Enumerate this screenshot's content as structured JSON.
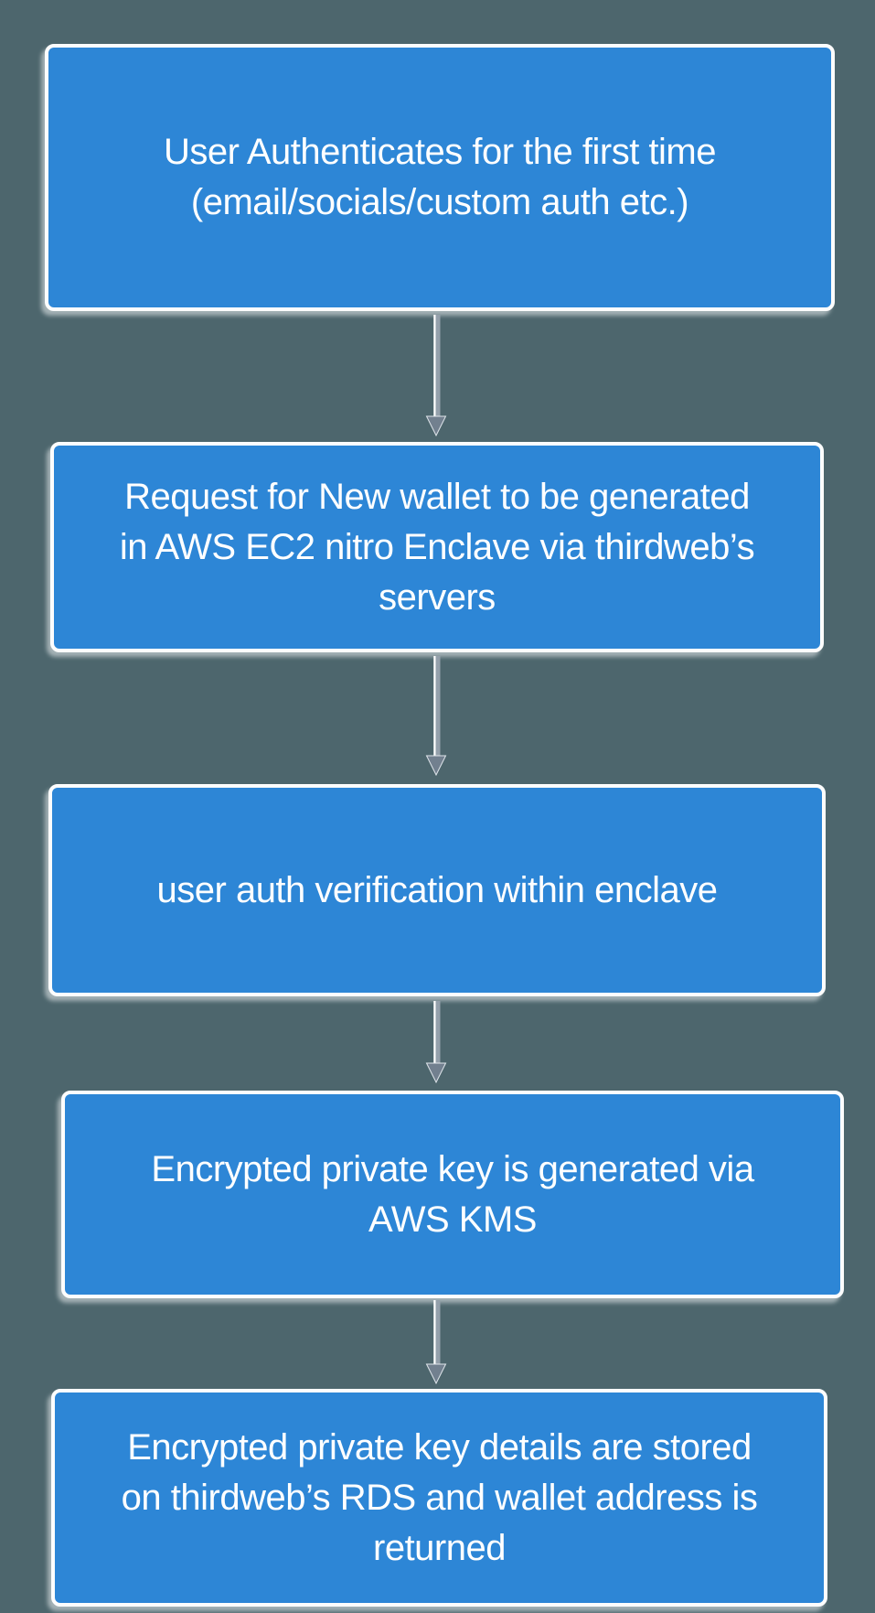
{
  "diagram": {
    "type": "flowchart",
    "direction": "top-down",
    "colors": {
      "background": "#4d666d",
      "node_fill": "#2d86d6",
      "node_border": "#ffffff",
      "node_text": "#ffffff",
      "arrow_shaft": "#94a0ab",
      "arrow_head": "#72808f",
      "arrow_highlight": "#ffffff"
    },
    "nodes": [
      {
        "id": "step-1",
        "label": "User Authenticates for the first time\n(email/socials/custom auth etc.)"
      },
      {
        "id": "step-2",
        "label": "Request for New wallet to be generated\nin AWS EC2 nitro Enclave via thirdweb’s\nservers"
      },
      {
        "id": "step-3",
        "label": "user auth verification within enclave"
      },
      {
        "id": "step-4",
        "label": "Encrypted private key is generated via\nAWS KMS"
      },
      {
        "id": "step-5",
        "label": "Encrypted private key details are stored\non thirdweb’s RDS and wallet address is\nreturned"
      }
    ],
    "edges": [
      {
        "from": "step-1",
        "to": "step-2"
      },
      {
        "from": "step-2",
        "to": "step-3"
      },
      {
        "from": "step-3",
        "to": "step-4"
      },
      {
        "from": "step-4",
        "to": "step-5"
      }
    ]
  }
}
